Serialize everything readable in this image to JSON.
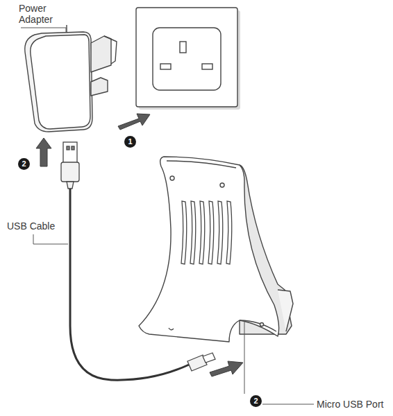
{
  "diagram": {
    "labels": [
      "Power Adapter",
      "1",
      "2",
      "USB Cable",
      "2",
      "Micro USB Port"
    ]
  }
}
